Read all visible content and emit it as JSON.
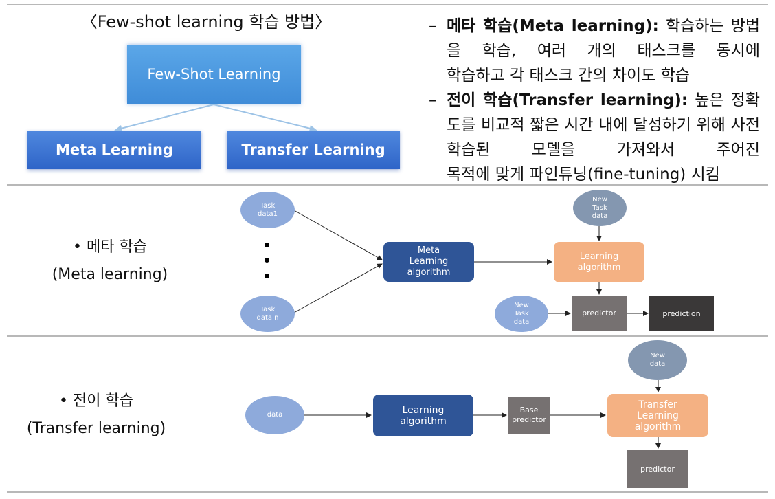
{
  "top": {
    "title": "〈Few-shot learning 학습 방법〉",
    "diagram": {
      "root": "Few-Shot Learning",
      "children": [
        "Meta Learning",
        "Transfer Learning"
      ]
    },
    "description": [
      {
        "dash": "–",
        "term": "메타 학습(Meta learning):",
        "body": " 학습하는 방법을 학습, 여러 개의 태스크를 동시에",
        "last": "학습하고 각 태스크 간의 차이도 학습"
      },
      {
        "dash": "–",
        "term": "전이 학습(Transfer learning):",
        "body": " 높은 정확도를 비교적 짧은 시간 내에 달성하기 위해 사전 학습된 모델을 가져와서 주어진",
        "last": "목적에 맞게 파인튜닝(fine-tuning) 시킴"
      }
    ]
  },
  "meta_section": {
    "label_line1": "• 메타 학습",
    "label_line2": "(Meta learning)",
    "nodes": {
      "task1": "Task\ndata1",
      "taskn": "Task\ndata n",
      "meta_algo": "Meta\nLearning\nalgorithm",
      "new_task_top": "New\nTask\ndata",
      "learning_algo": "Learning\nalgorithm",
      "new_task_bottom": "New\nTask\ndata",
      "predictor": "predictor",
      "prediction": "prediction"
    }
  },
  "transfer_section": {
    "label_line1": "• 전이 학습",
    "label_line2": "(Transfer learning)",
    "nodes": {
      "data": "data",
      "learning_algo": "Learning\nalgorithm",
      "base_predictor": "Base\npredictor",
      "new_data": "New\ndata",
      "transfer_algo": "Transfer\nLearning\nalgorithm",
      "predictor": "predictor"
    }
  },
  "colors": {
    "blue_box": "#2f5597",
    "orange_box": "#f4b183",
    "grey_box": "#767171",
    "dark_box": "#3a3838",
    "light_ellipse": "#8eaadb",
    "grey_ellipse": "#8497b0"
  }
}
